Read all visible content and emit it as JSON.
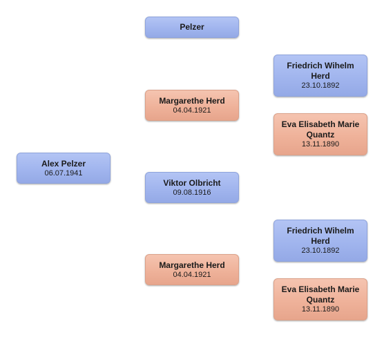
{
  "tree": {
    "root": {
      "name": "Alex Pelzer",
      "date": "06.07.1941",
      "gender": "male"
    },
    "generation2": [
      {
        "name": "Pelzer",
        "date": "",
        "gender": "male"
      },
      {
        "name": "Margarethe Herd",
        "date": "04.04.1921",
        "gender": "female"
      },
      {
        "name": "Viktor Olbricht",
        "date": "09.08.1916",
        "gender": "male"
      },
      {
        "name": "Margarethe Herd",
        "date": "04.04.1921",
        "gender": "female"
      }
    ],
    "generation3": [
      {
        "name": "Friedrich Wihelm Herd",
        "date": "23.10.1892",
        "gender": "male"
      },
      {
        "name": "Eva Elisabeth Marie Quantz",
        "date": "13.11.1890",
        "gender": "female"
      },
      {
        "name": "Friedrich Wihelm Herd",
        "date": "23.10.1892",
        "gender": "male"
      },
      {
        "name": "Eva Elisabeth Marie Quantz",
        "date": "13.11.1890",
        "gender": "female"
      }
    ]
  },
  "colors": {
    "male": "#a1b5ee",
    "female": "#efb29a",
    "background": "#ffffff"
  }
}
